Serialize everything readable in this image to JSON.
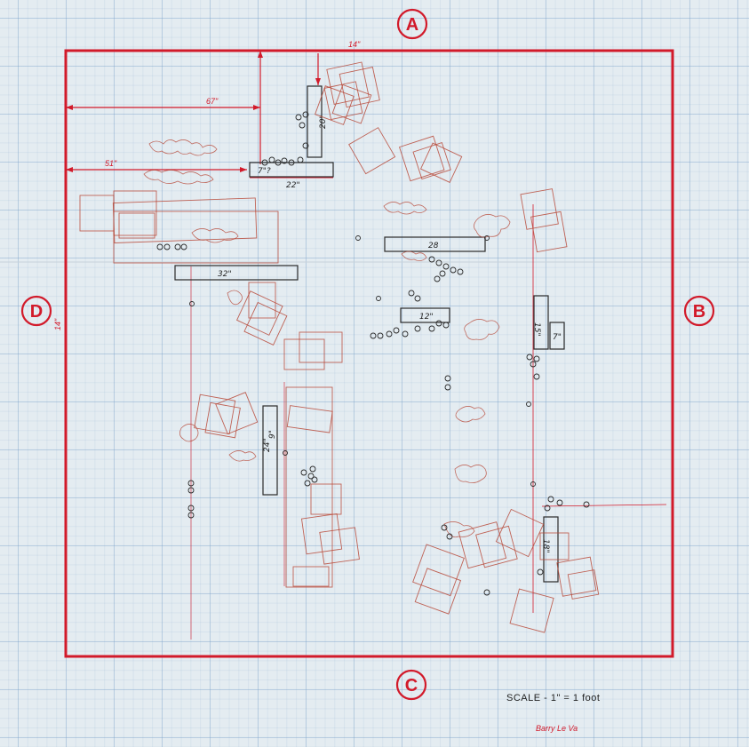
{
  "markers": {
    "top": "A",
    "right": "B",
    "bottom": "C",
    "left": "D"
  },
  "outer_dims": {
    "top_width": "14\"",
    "left_height": "14\""
  },
  "red_dims": {
    "d67": "67\"",
    "d51": "51\""
  },
  "pen_dims": {
    "d20": "20\"",
    "d7q": "7\"?",
    "d22": "22\"",
    "d28": "28",
    "d32": "32\"",
    "d12": "12\"",
    "d15": "15\"",
    "d7": "7\"",
    "d24": "24\"",
    "d9": "9\"",
    "d18": "18\""
  },
  "scale_note": "SCALE - 1\" = 1 foot",
  "signature": "Barry Le Va",
  "colors": {
    "paper": "#e4ecf1",
    "grid": "#7aa0c8",
    "red_ink": "#d21a2a",
    "sketch": "#b84a3a",
    "pen": "#2a2a2a"
  }
}
